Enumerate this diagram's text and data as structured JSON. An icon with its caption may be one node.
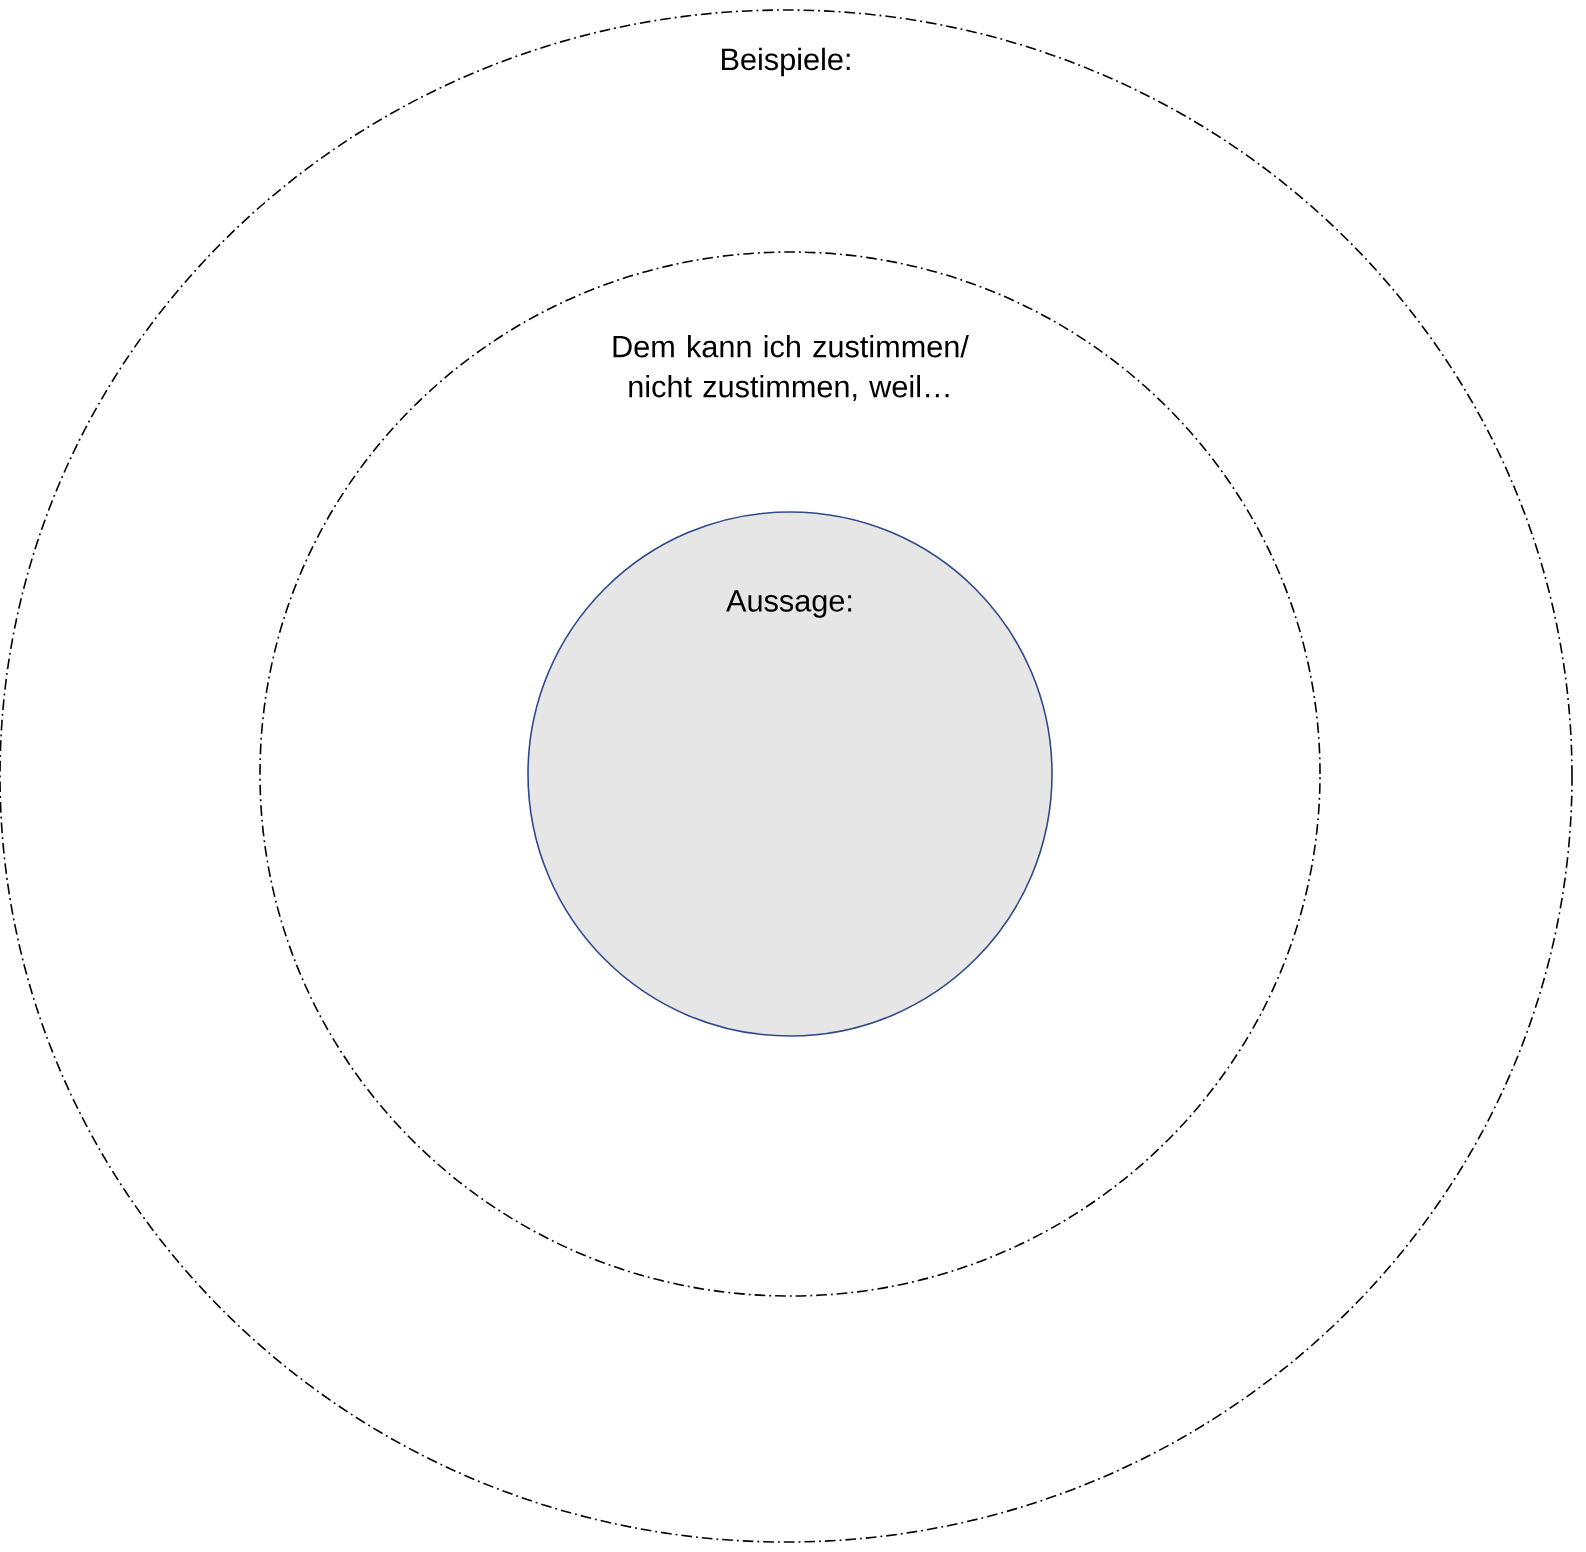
{
  "diagram": {
    "nodes": [
      {
        "text": [
          "Beispiele:"
        ]
      },
      {
        "text": [
          "Dem kann ich zustimmen/ nicht zustimmen, weil…"
        ],
        "in": 0
      },
      {
        "text": [
          "Aussage:"
        ],
        "in": 1
      }
    ]
  }
}
